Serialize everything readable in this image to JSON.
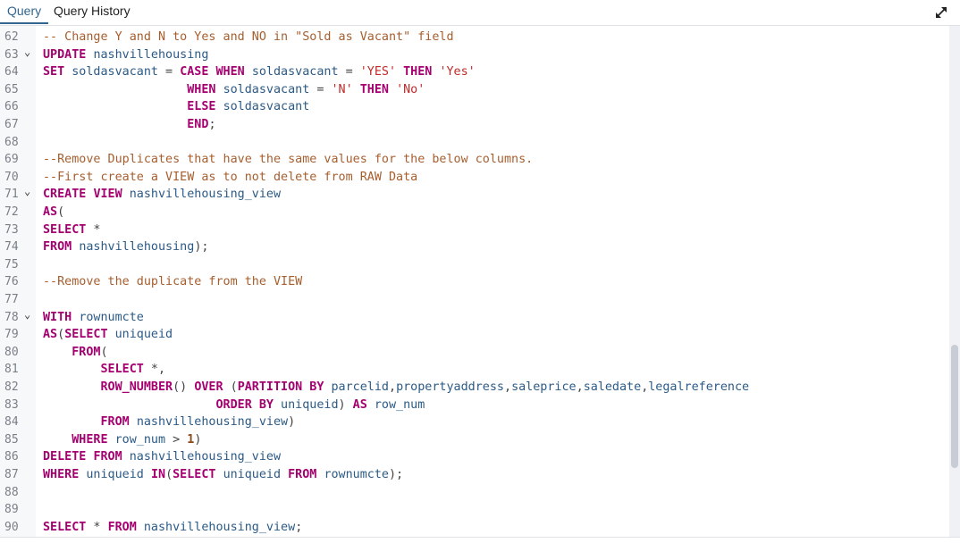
{
  "tabs": [
    {
      "label": "Query",
      "active": true
    },
    {
      "label": "Query History",
      "active": false
    }
  ],
  "icons": {
    "expand": "expand-arrows-icon",
    "fold": "chevron-down-icon"
  },
  "colors": {
    "accent": "#326690",
    "keyword": "#a5006f",
    "comment": "#a65e2e",
    "string": "#c02a2a",
    "identifier": "#2b5a86"
  },
  "lines": [
    {
      "n": "62",
      "t": [
        [
          "c",
          "-- Change Y and N to Yes and NO in \"Sold as Vacant\" field"
        ]
      ]
    },
    {
      "n": "63",
      "fold": true,
      "t": [
        [
          "k",
          "UPDATE"
        ],
        [
          "p",
          " "
        ],
        [
          "i",
          "nashvillehousing"
        ]
      ]
    },
    {
      "n": "64",
      "t": [
        [
          "k",
          "SET"
        ],
        [
          "p",
          " "
        ],
        [
          "i",
          "soldasvacant"
        ],
        [
          "p",
          " = "
        ],
        [
          "k",
          "CASE"
        ],
        [
          "p",
          " "
        ],
        [
          "k",
          "WHEN"
        ],
        [
          "p",
          " "
        ],
        [
          "i",
          "soldasvacant"
        ],
        [
          "p",
          " = "
        ],
        [
          "s",
          "'YES'"
        ],
        [
          "p",
          " "
        ],
        [
          "k",
          "THEN"
        ],
        [
          "p",
          " "
        ],
        [
          "s",
          "'Yes'"
        ]
      ]
    },
    {
      "n": "65",
      "t": [
        [
          "p",
          "                    "
        ],
        [
          "k",
          "WHEN"
        ],
        [
          "p",
          " "
        ],
        [
          "i",
          "soldasvacant"
        ],
        [
          "p",
          " = "
        ],
        [
          "s",
          "'N'"
        ],
        [
          "p",
          " "
        ],
        [
          "k",
          "THEN"
        ],
        [
          "p",
          " "
        ],
        [
          "s",
          "'No'"
        ]
      ]
    },
    {
      "n": "66",
      "t": [
        [
          "p",
          "                    "
        ],
        [
          "k",
          "ELSE"
        ],
        [
          "p",
          " "
        ],
        [
          "i",
          "soldasvacant"
        ]
      ]
    },
    {
      "n": "67",
      "t": [
        [
          "p",
          "                    "
        ],
        [
          "k",
          "END"
        ],
        [
          "p",
          ";"
        ]
      ]
    },
    {
      "n": "68",
      "t": []
    },
    {
      "n": "69",
      "t": [
        [
          "c",
          "--Remove Duplicates that have the same values for the below columns."
        ]
      ]
    },
    {
      "n": "70",
      "t": [
        [
          "c",
          "--First create a VIEW as to not delete from RAW Data"
        ]
      ]
    },
    {
      "n": "71",
      "fold": true,
      "t": [
        [
          "k",
          "CREATE"
        ],
        [
          "p",
          " "
        ],
        [
          "k",
          "VIEW"
        ],
        [
          "p",
          " "
        ],
        [
          "i",
          "nashvillehousing_view"
        ]
      ]
    },
    {
      "n": "72",
      "t": [
        [
          "k",
          "AS"
        ],
        [
          "p",
          "("
        ]
      ]
    },
    {
      "n": "73",
      "t": [
        [
          "k",
          "SELECT"
        ],
        [
          "p",
          " *"
        ]
      ]
    },
    {
      "n": "74",
      "t": [
        [
          "k",
          "FROM"
        ],
        [
          "p",
          " "
        ],
        [
          "i",
          "nashvillehousing"
        ],
        [
          "p",
          ");"
        ]
      ]
    },
    {
      "n": "75",
      "t": []
    },
    {
      "n": "76",
      "t": [
        [
          "c",
          "--Remove the duplicate from the VIEW"
        ]
      ]
    },
    {
      "n": "77",
      "t": []
    },
    {
      "n": "78",
      "fold": true,
      "t": [
        [
          "k",
          "WITH"
        ],
        [
          "p",
          " "
        ],
        [
          "i",
          "rownumcte"
        ]
      ]
    },
    {
      "n": "79",
      "t": [
        [
          "k",
          "AS"
        ],
        [
          "p",
          "("
        ],
        [
          "k",
          "SELECT"
        ],
        [
          "p",
          " "
        ],
        [
          "i",
          "uniqueid"
        ]
      ]
    },
    {
      "n": "80",
      "t": [
        [
          "p",
          "    "
        ],
        [
          "k",
          "FROM"
        ],
        [
          "p",
          "("
        ]
      ]
    },
    {
      "n": "81",
      "t": [
        [
          "p",
          "        "
        ],
        [
          "k",
          "SELECT"
        ],
        [
          "p",
          " *,"
        ]
      ]
    },
    {
      "n": "82",
      "t": [
        [
          "p",
          "        "
        ],
        [
          "k",
          "ROW_NUMBER"
        ],
        [
          "p",
          "() "
        ],
        [
          "k",
          "OVER"
        ],
        [
          "p",
          " ("
        ],
        [
          "k",
          "PARTITION BY"
        ],
        [
          "p",
          " "
        ],
        [
          "i",
          "parcelid"
        ],
        [
          "p",
          ","
        ],
        [
          "i",
          "propertyaddress"
        ],
        [
          "p",
          ","
        ],
        [
          "i",
          "saleprice"
        ],
        [
          "p",
          ","
        ],
        [
          "i",
          "saledate"
        ],
        [
          "p",
          ","
        ],
        [
          "i",
          "legalreference"
        ]
      ]
    },
    {
      "n": "83",
      "t": [
        [
          "p",
          "                        "
        ],
        [
          "k",
          "ORDER BY"
        ],
        [
          "p",
          " "
        ],
        [
          "i",
          "uniqueid"
        ],
        [
          "p",
          ") "
        ],
        [
          "k",
          "AS"
        ],
        [
          "p",
          " "
        ],
        [
          "i",
          "row_num"
        ]
      ]
    },
    {
      "n": "84",
      "t": [
        [
          "p",
          "        "
        ],
        [
          "k",
          "FROM"
        ],
        [
          "p",
          " "
        ],
        [
          "i",
          "nashvillehousing_view"
        ],
        [
          "p",
          ")"
        ]
      ]
    },
    {
      "n": "85",
      "t": [
        [
          "p",
          "    "
        ],
        [
          "k",
          "WHERE"
        ],
        [
          "p",
          " "
        ],
        [
          "i",
          "row_num"
        ],
        [
          "p",
          " > "
        ],
        [
          "n",
          "1"
        ],
        [
          "p",
          ")"
        ]
      ]
    },
    {
      "n": "86",
      "t": [
        [
          "k",
          "DELETE"
        ],
        [
          "p",
          " "
        ],
        [
          "k",
          "FROM"
        ],
        [
          "p",
          " "
        ],
        [
          "i",
          "nashvillehousing_view"
        ]
      ]
    },
    {
      "n": "87",
      "t": [
        [
          "k",
          "WHERE"
        ],
        [
          "p",
          " "
        ],
        [
          "i",
          "uniqueid"
        ],
        [
          "p",
          " "
        ],
        [
          "k",
          "IN"
        ],
        [
          "p",
          "("
        ],
        [
          "k",
          "SELECT"
        ],
        [
          "p",
          " "
        ],
        [
          "i",
          "uniqueid"
        ],
        [
          "p",
          " "
        ],
        [
          "k",
          "FROM"
        ],
        [
          "p",
          " "
        ],
        [
          "i",
          "rownumcte"
        ],
        [
          "p",
          ");"
        ]
      ]
    },
    {
      "n": "88",
      "t": []
    },
    {
      "n": "89",
      "t": []
    },
    {
      "n": "90",
      "t": [
        [
          "k",
          "SELECT"
        ],
        [
          "p",
          " * "
        ],
        [
          "k",
          "FROM"
        ],
        [
          "p",
          " "
        ],
        [
          "i",
          "nashvillehousing_view"
        ],
        [
          "p",
          ";"
        ]
      ]
    }
  ]
}
